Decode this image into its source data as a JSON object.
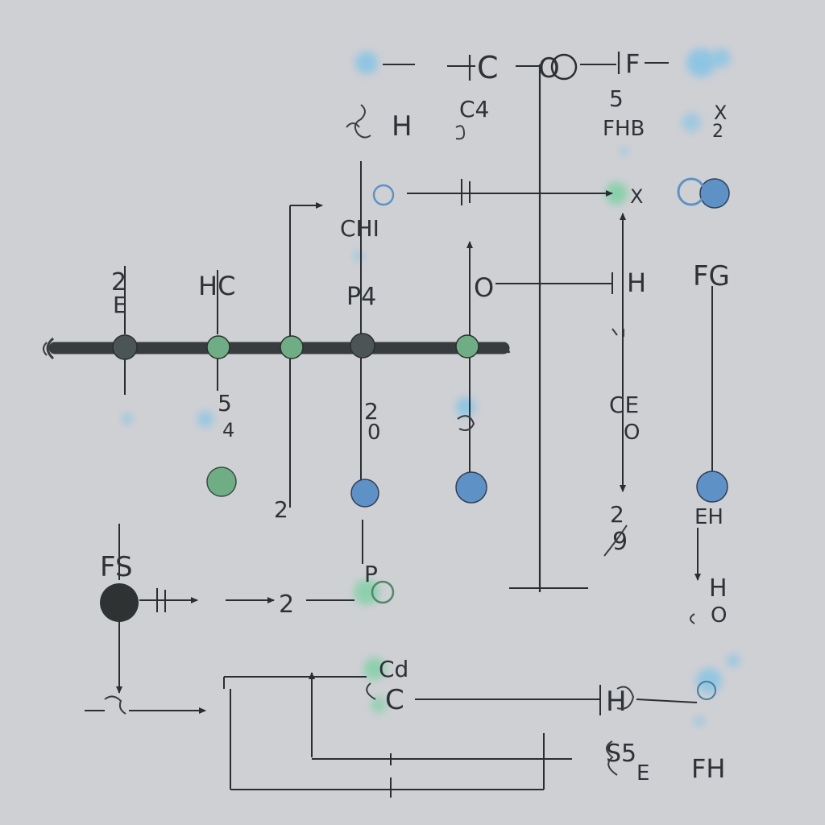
{
  "colors": {
    "background": "#cfd0d4",
    "line": "#2b2e31",
    "node_dark": "#4b5556",
    "node_green": "#6fae85",
    "node_blue": "#5e92c6",
    "node_black": "#2f3232",
    "glow_blue": "#7fc3e6",
    "glow_green": "#7ed0a4"
  },
  "labels": {
    "top_c": "C",
    "top_o": "O",
    "top_f": "F",
    "row2_h": "H",
    "row2_c4": "C4",
    "row2_5": "5",
    "row2_fhb": "FHB",
    "row2_x": "X",
    "row2_2": "2",
    "mid_chi": "CHI",
    "mid_x": "X",
    "left_2": "2",
    "left_e": "E",
    "hc": "HC",
    "p4": "P4",
    "o_mid": "O",
    "h_mid": "H",
    "fg": "FG",
    "lower_5": "5",
    "lower_4": "4",
    "lower_2": "2",
    "lower_0": "0",
    "lower_ce": "CE",
    "lower_o": "O",
    "arrow_2": "2",
    "right_2": "2",
    "right_9": "9",
    "right_eh": "EH",
    "fs": "FS",
    "bottom_p": "P",
    "bottom_2": "2",
    "right_h": "H",
    "right_o": "O",
    "cd": "Cd",
    "bottom_c": "C",
    "bottom_h": "H",
    "bottom_s5": "S5",
    "bottom_e": "E",
    "bottom_fh": "FH"
  }
}
